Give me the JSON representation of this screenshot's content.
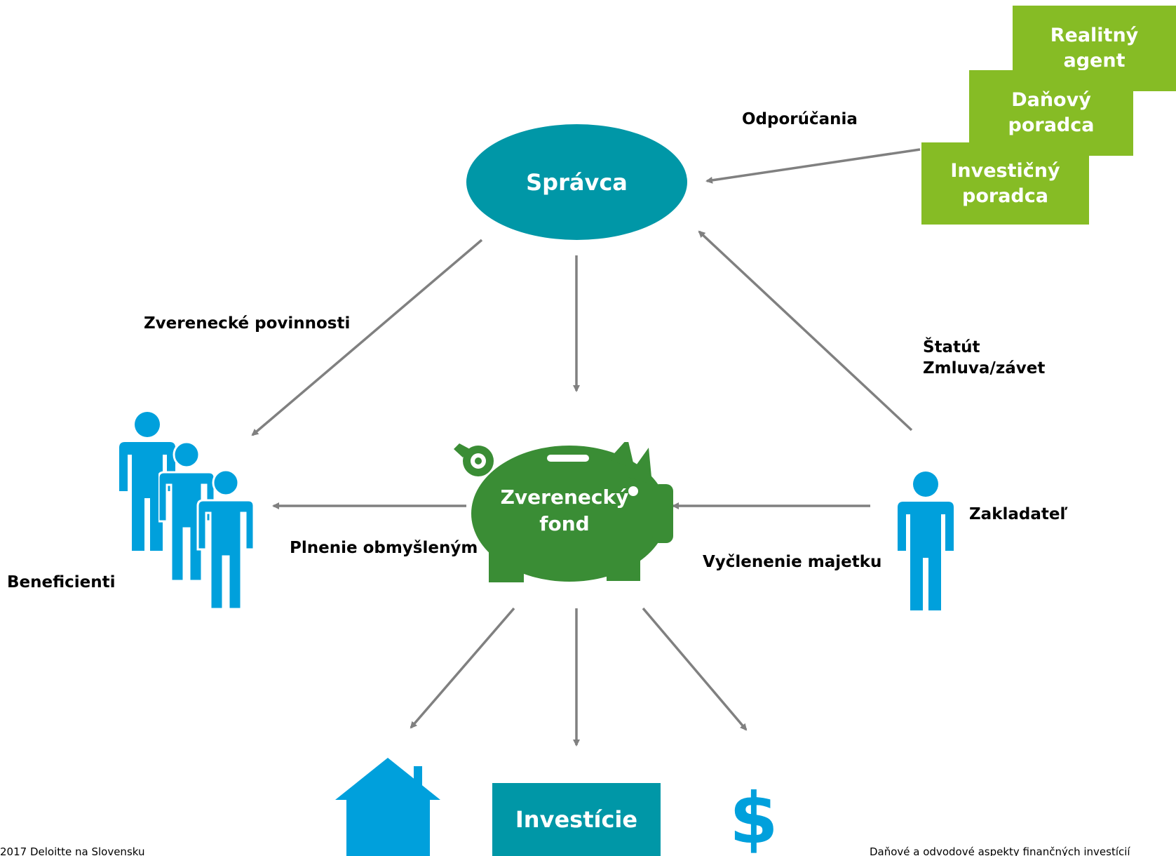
{
  "manager": {
    "label": "Správca"
  },
  "fund": {
    "line1": "Zverenecký",
    "line2": "fond"
  },
  "advisors": [
    {
      "line1": "Realitný",
      "line2": "agent"
    },
    {
      "line1": "Daňový",
      "line2": "poradca"
    },
    {
      "line1": "Investičný",
      "line2": "poradca"
    }
  ],
  "edges": {
    "recommendations": "Odporúčania",
    "fiduciary_duties": "Zverenecké povinnosti",
    "statute": "Štatút",
    "contract": "Zmluva/závet",
    "performance": "Plnenie obmyšleným",
    "asset_separation": "Vyčlenenie majetku"
  },
  "beneficiaries": {
    "label": "Beneficienti"
  },
  "founder": {
    "label": "Zakladateľ"
  },
  "investments": {
    "label": "Investície",
    "dollar": "$"
  },
  "footer": {
    "left": "2017 Deloitte na Slovensku",
    "right": "Daňové a odvodové aspekty finančných investícií"
  },
  "colors": {
    "advisor_green": "#86bc25",
    "fund_green": "#3a8d35",
    "teal": "#0097a7",
    "person_blue": "#00a0dc",
    "arrow_gray": "#808080"
  },
  "icons": [
    "piggy-bank-icon",
    "person-icon",
    "house-icon",
    "dollar-icon"
  ]
}
